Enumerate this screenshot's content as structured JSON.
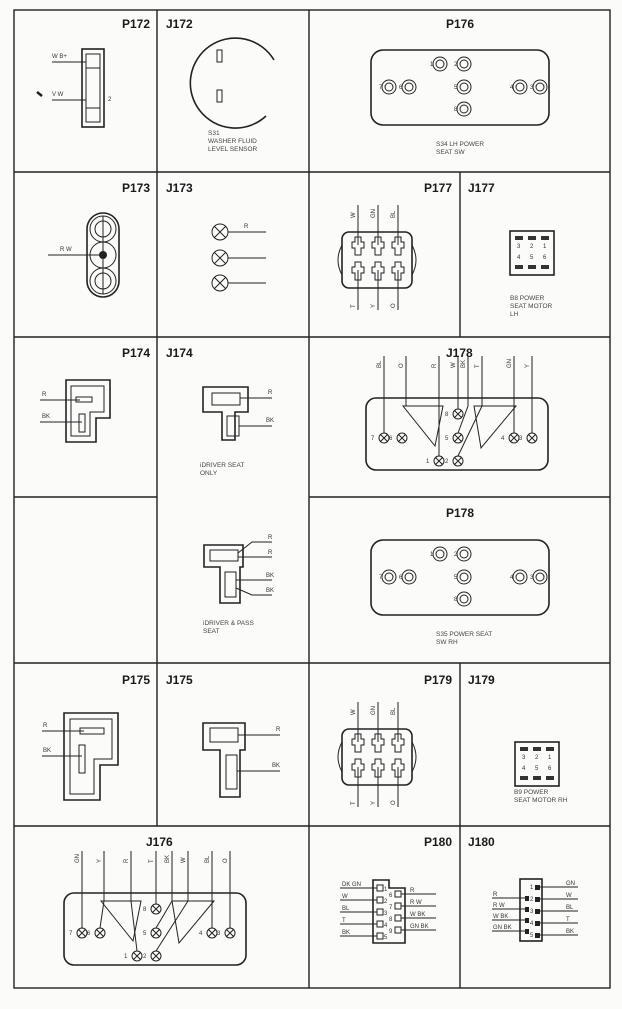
{
  "titles": {
    "p172": "P172",
    "j172": "J172",
    "p176": "P176",
    "p173": "P173",
    "j173": "J173",
    "p177": "P177",
    "j177": "J177",
    "p174": "P174",
    "j174": "J174",
    "j178": "J178",
    "p178": "P178",
    "p175": "P175",
    "j175": "J175",
    "p179": "P179",
    "j179": "J179",
    "j176": "J176",
    "p180": "P180",
    "j180": "J180"
  },
  "captions": {
    "j172": [
      "S31",
      "WASHER FLUID",
      "LEVEL SENSOR"
    ],
    "p176": [
      "S34 LH POWER",
      "SEAT SW"
    ],
    "j177": [
      "B8 POWER",
      "SEAT MOTOR",
      "LH"
    ],
    "j174_top": [
      "iDRIVER SEAT",
      "ONLY"
    ],
    "j174_bottom": [
      "iDRIVER & PASS",
      "SEAT"
    ],
    "p178": [
      "S35 POWER SEAT",
      "SW RH"
    ],
    "j179": [
      "B9 POWER",
      "SEAT MOTOR RH"
    ]
  },
  "wires": {
    "p172": [
      "W B+",
      "V W",
      "2"
    ],
    "p173": [
      "R W"
    ],
    "j173": [
      "R"
    ],
    "p177_top": [
      "W",
      "GN",
      "BL"
    ],
    "p177_bottom": [
      "T",
      "Y",
      "O"
    ],
    "p174": [
      "R",
      "BK"
    ],
    "j174_top": [
      "R",
      "BK"
    ],
    "j174_bottom": [
      "R",
      "R",
      "BK",
      "BK"
    ],
    "j178": [
      "BL",
      "O",
      "R",
      "W",
      "BK",
      "T",
      "GN",
      "Y"
    ],
    "p175": [
      "R",
      "BK"
    ],
    "j175": [
      "R",
      "BK"
    ],
    "p179_top": [
      "W",
      "GN",
      "BL"
    ],
    "p179_bottom": [
      "T",
      "Y",
      "O"
    ],
    "j176": [
      "GN",
      "Y",
      "R",
      "T",
      "BK",
      "W",
      "BL",
      "O"
    ],
    "p180_left": [
      "DK GN",
      "W",
      "BL",
      "T",
      "BK"
    ],
    "p180_right": [
      "R",
      "R W",
      "W BK",
      "GN BK"
    ],
    "j180_left": [
      "R",
      "R W",
      "W BK",
      "GN BK"
    ],
    "j180_right": [
      "GN",
      "W",
      "BL",
      "T",
      "BK"
    ]
  },
  "pins": {
    "switch": [
      "1",
      "2",
      "7",
      "6",
      "5",
      "4",
      "3",
      "8"
    ],
    "j178": [
      "7",
      "6",
      "1",
      "8",
      "5",
      "2",
      "4",
      "3"
    ],
    "motor": [
      "3",
      "2",
      "1",
      "4",
      "5",
      "6"
    ],
    "p180_left": [
      "1",
      "2",
      "3",
      "4",
      "5"
    ],
    "p180_right": [
      "6",
      "7",
      "8",
      "9"
    ]
  }
}
